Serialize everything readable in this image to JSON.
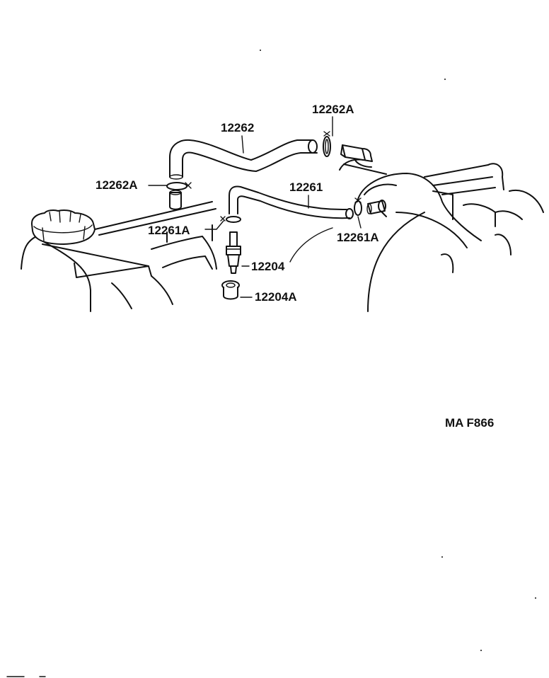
{
  "diagram_code": "MA F866",
  "parts": [
    {
      "id": "hose-upper",
      "number": "12262"
    },
    {
      "id": "clamp-upper-right",
      "number": "12262A"
    },
    {
      "id": "clamp-upper-left",
      "number": "12262A"
    },
    {
      "id": "hose-lower",
      "number": "12261"
    },
    {
      "id": "clamp-lower-left",
      "number": "12261A"
    },
    {
      "id": "clamp-lower-right",
      "number": "12261A"
    },
    {
      "id": "pcv-valve",
      "number": "12204"
    },
    {
      "id": "grommet",
      "number": "12204A"
    }
  ]
}
